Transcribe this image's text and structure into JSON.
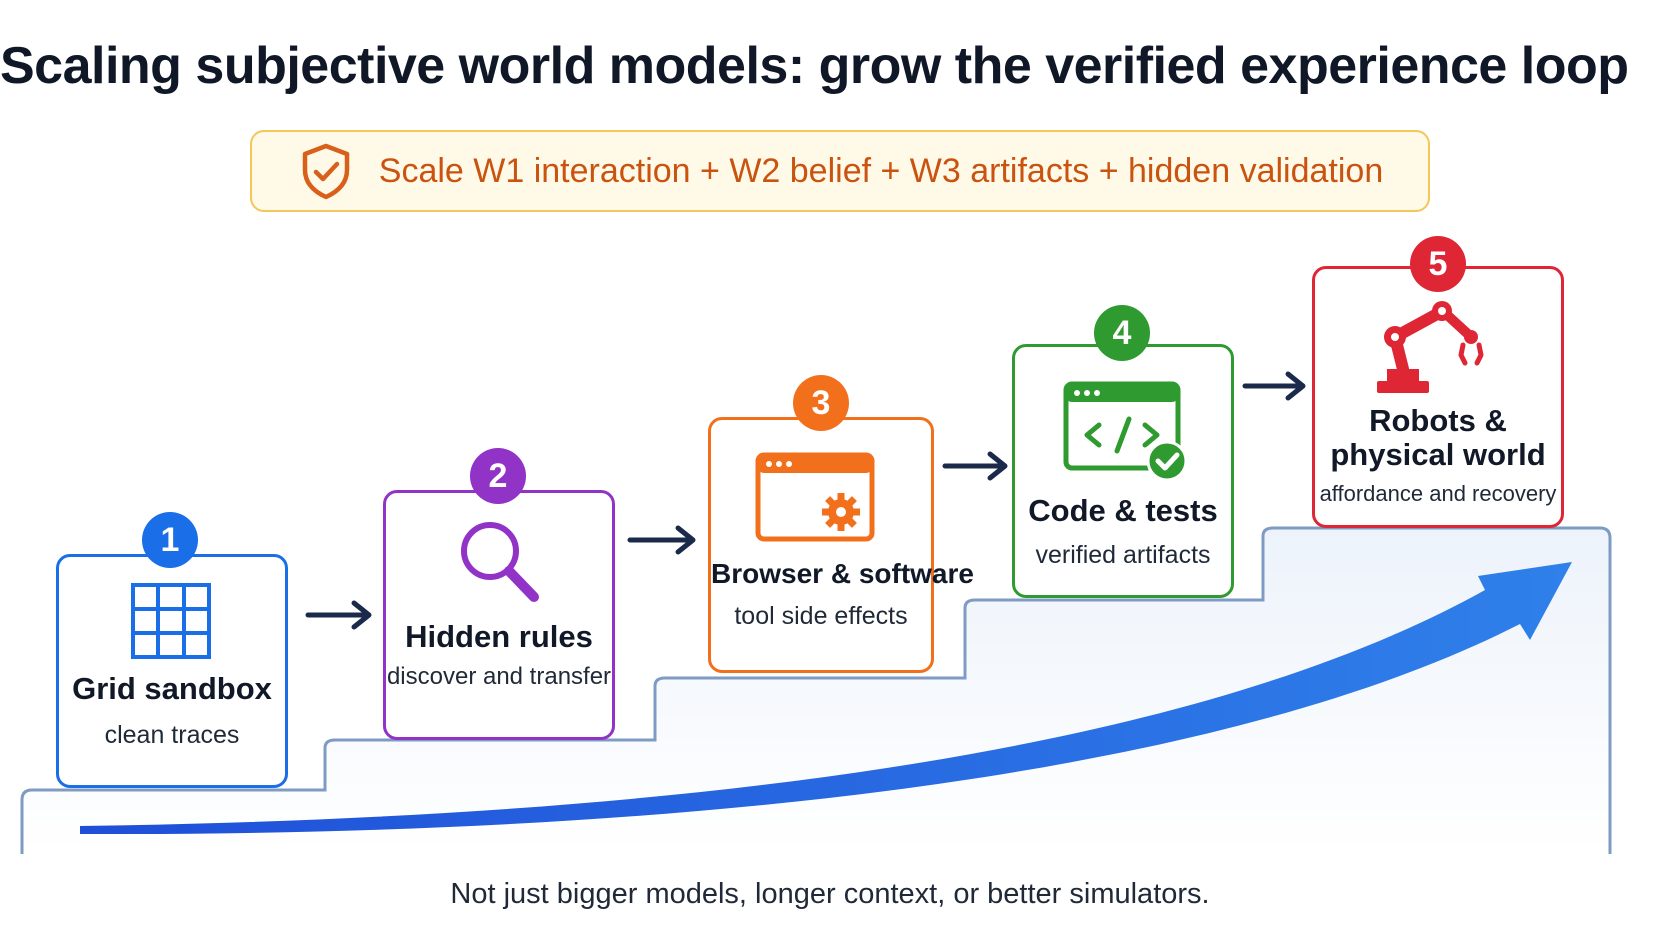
{
  "title": "Scaling subjective world models: grow the verified experience loop",
  "banner": {
    "text": "Scale W1 interaction + W2 belief + W3 artifacts + hidden validation",
    "icon": "shield-check-icon"
  },
  "colors": {
    "blue": "#1a6ee8",
    "purple": "#9233c8",
    "orange": "#f2701c",
    "green": "#2f9a2f",
    "red": "#df2635",
    "banner_border": "#f3c75a",
    "banner_text": "#c9530f",
    "navy": "#1b2a4a"
  },
  "steps": [
    {
      "number": "1",
      "title": "Grid sandbox",
      "subtitle": "clean traces",
      "icon": "grid-icon"
    },
    {
      "number": "2",
      "title": "Hidden rules",
      "subtitle": "discover and transfer",
      "icon": "magnifier-icon"
    },
    {
      "number": "3",
      "title": "Browser & software",
      "subtitle": "tool side effects",
      "icon": "browser-gear-icon"
    },
    {
      "number": "4",
      "title": "Code & tests",
      "subtitle": "verified artifacts",
      "icon": "code-check-icon"
    },
    {
      "number": "5",
      "title_line1": "Robots &",
      "title_line2": "physical world",
      "subtitle": "affordance and recovery",
      "icon": "robot-arm-icon"
    }
  ],
  "footer": "Not just bigger models, longer context, or better simulators."
}
